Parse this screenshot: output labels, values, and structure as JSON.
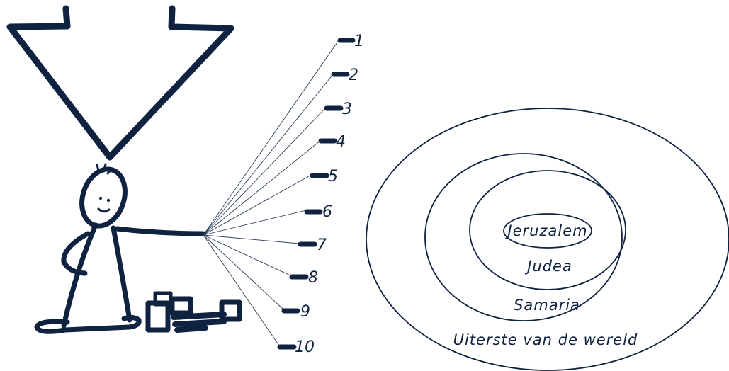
{
  "colors": {
    "ink": "#0f2240",
    "paper": "#ffffff"
  },
  "numbers": {
    "n1": "1",
    "n2": "2",
    "n3": "3",
    "n4": "4",
    "n5": "5",
    "n6": "6",
    "n7": "7",
    "n8": "8",
    "n9": "9",
    "n10": "10"
  },
  "circles": {
    "inner": "Jeruzalem",
    "second": "Judea",
    "third": "Samaria",
    "outer": "Uiterste van de wereld"
  }
}
